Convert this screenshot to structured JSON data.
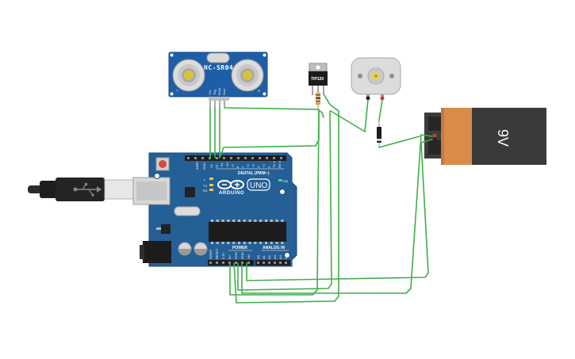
{
  "components": {
    "ultrasonic": {
      "model": "HC-SR04",
      "pins": [
        "Vcc",
        "Trig",
        "Echo",
        "Gnd"
      ],
      "left_mark": "T",
      "right_mark": "R"
    },
    "transistor": {
      "model": "TIP120"
    },
    "battery": {
      "label": "9V"
    },
    "arduino": {
      "brand": "ARDUINO",
      "model": "UNO",
      "header_digital": "DIGITAL (PWM~)",
      "header_power": "POWER",
      "header_analog": "ANALOG IN",
      "label_l": "L",
      "label_tx": "TX",
      "label_rx": "RX",
      "label_on": "ON",
      "label_aref": "AREF",
      "label_gnd": "GND",
      "digital_pins": [
        "13",
        "12",
        "~11",
        "~10",
        "~9",
        "8",
        "7",
        "~6",
        "~5",
        "4",
        "~3",
        "2",
        "TX 1",
        "RX 0"
      ],
      "power_pins": [
        "IOREF",
        "RESET",
        "3.3V",
        "5V",
        "GND",
        "GND",
        "Vin"
      ],
      "analog_pins": [
        "A0",
        "A1",
        "A2",
        "A3",
        "A4",
        "A5"
      ]
    }
  },
  "colors": {
    "wire": "#3fae49",
    "board": "#245f96",
    "sensor": "#1f5ea6",
    "battery_body": "#d98b4a",
    "battery_top": "#3a3a3a"
  }
}
